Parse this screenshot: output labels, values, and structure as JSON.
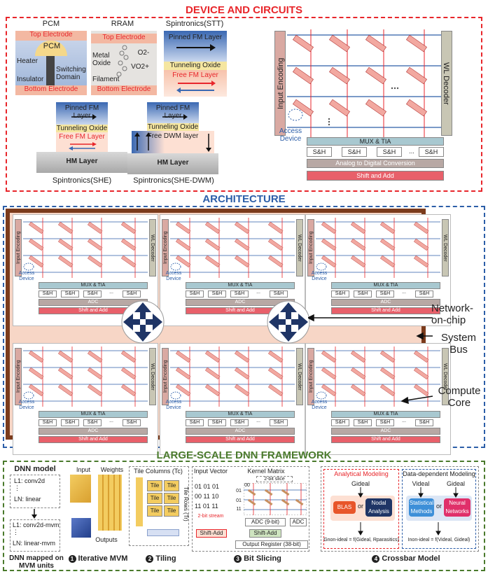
{
  "sections": {
    "device": "DEVICE AND CIRCUITS",
    "architecture": "ARCHITECTURE",
    "framework": "LARGE-SCALE DNN FRAMEWORK"
  },
  "devices": {
    "pcm": {
      "title": "PCM",
      "top": "Top Electrode",
      "material": "PCM",
      "heater": "Heater",
      "switching": "Switching Domain",
      "insulator": "Insulator",
      "bottom": "Bottom Electrode"
    },
    "rram": {
      "title": "RRAM",
      "top": "Top Electrode",
      "oxide": "Metal Oxide",
      "o2": "O2-",
      "vo2": "VO2+",
      "filament": "Filament",
      "bottom": "Bottom Electrode"
    },
    "stt": {
      "title": "Spintronics(STT)",
      "pinned": "Pinned FM Layer",
      "tunnel": "Tunneling Oxide",
      "free": "Free FM Layer"
    },
    "she": {
      "title": "Spintronics(SHE)",
      "pinned": "Pinned FM Layer",
      "tunnel": "Tunneling Oxide",
      "free": "Free FM Layer",
      "hm": "HM Layer"
    },
    "shedwm": {
      "title": "Spintronics(SHE-DWM)",
      "pinned": "Pinned FM Layer",
      "tunnel": "Tunneling Oxide",
      "free": "Free DWM layer",
      "hm": "HM Layer"
    }
  },
  "crossbar": {
    "input_encoding": "Input Encoding",
    "wl_decoder": "WL Decoder",
    "access_device": "Access Device",
    "mux": "MUX & TIA",
    "sh": [
      "S&H",
      "S&H",
      "S&H",
      "...",
      "S&H"
    ],
    "adc": "Analog to Digital Conversion",
    "shift": "Shift and Add",
    "dots": "..."
  },
  "core": {
    "input_encoding": "Input Encoding",
    "wl_decoder": "WL Decoder",
    "access_device": "Access Device",
    "mux": "MUX & TIA",
    "sh": [
      "S&H",
      "S&H",
      "S&H",
      "...",
      "S&H"
    ],
    "adc": "ADC",
    "shift": "Shift and Add"
  },
  "arch_labels": {
    "noc": "Network-on-chip",
    "bus": "System Bus",
    "compute": "Compute Core"
  },
  "framework": {
    "dnn_model": "DNN model",
    "l1": "L1: conv2d",
    "ln": "LN: linear",
    "l1m": "L1: conv2d-mvm",
    "lnm": "LN: linear-mvm",
    "vdots": "⋮",
    "mapped": "DNN mapped on MVM units",
    "mvm": {
      "input": "Input",
      "weights": "Weights",
      "outputs": "Outputs",
      "caption": "Iterative MVM",
      "num": "1"
    },
    "tiling": {
      "cols": "Tile Columns (Tc)",
      "rows": "Tile Rows (Tr)",
      "tile": "Tile",
      "caption": "Tiling",
      "num": "2"
    },
    "slicing": {
      "input_vector": "Input Vector",
      "kernel": "Kernel Matrix",
      "slice": "2-bit slice",
      "stream": "2-bit stream",
      "rows": [
        "01 01 01",
        "00 11 10",
        "11 01 11"
      ],
      "k1": "01",
      "k2": "00",
      "k3": "01",
      "k4": "11",
      "adc9": "ADC (9-bit)",
      "adc": "ADC",
      "shiftadd": "Shift-Add",
      "shiftadd2": "Shift-Add",
      "outreg": "Output Register (38-bit)",
      "caption": "Bit Slicing",
      "num": "3"
    },
    "crossbar": {
      "analytical": "Analytical Modeling",
      "gideal": "Gideal",
      "blas": "BLAS",
      "or": "or",
      "nodal": "Nodal Analysis",
      "gnonideal": "Gnon-ideal = f(Gideal, Rparasitics)",
      "datadep": "Data-dependent Modeling",
      "videal": "Videal",
      "gideal2": "Gideal",
      "stat": "Statistical Methods",
      "or2": "or",
      "nn": "Neural Networks",
      "inonideal": "Inon-ideal = f(Videal, Gideal)",
      "caption": "Crossbar Model",
      "num": "4"
    }
  },
  "colors": {
    "red": "#e8262b",
    "blue": "#2c5ea8",
    "green": "#4a7a2c",
    "peach": "#f7d6c6",
    "brown": "#7b3b1c",
    "navy": "#1f3566",
    "teal": "#a8c8d0"
  }
}
